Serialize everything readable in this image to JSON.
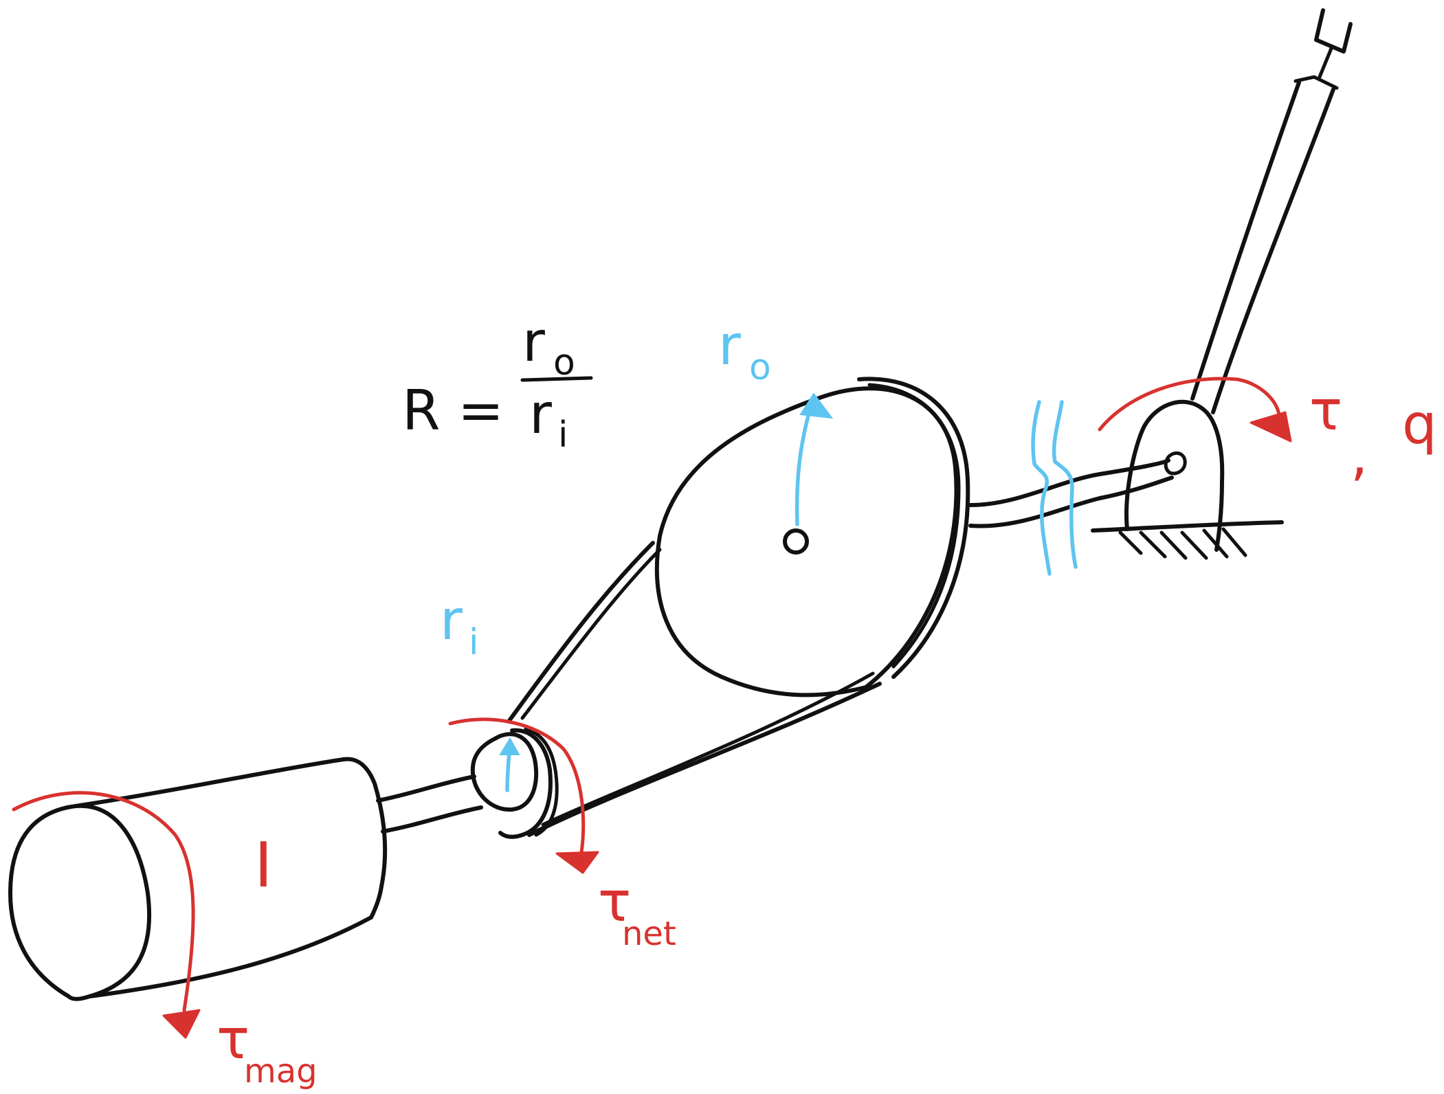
{
  "diagram": {
    "ratio_equation": {
      "lhs": "R =",
      "numerator": "r",
      "numerator_sub": "o",
      "denominator": "r",
      "denominator_sub": "i"
    },
    "labels": {
      "outer_radius": {
        "main": "r",
        "sub": "o"
      },
      "inner_radius": {
        "main": "r",
        "sub": "i"
      },
      "motor_inertia": "I",
      "torque_net": {
        "main": "τ",
        "sub": "net"
      },
      "torque_mag": {
        "main": "τ",
        "sub": "mag"
      },
      "output_torque": "τ",
      "separator": ",",
      "joint_angle": "q"
    },
    "colors": {
      "ink": "#111111",
      "torque": "#d8322f",
      "radius": "#5ec4f0"
    }
  }
}
